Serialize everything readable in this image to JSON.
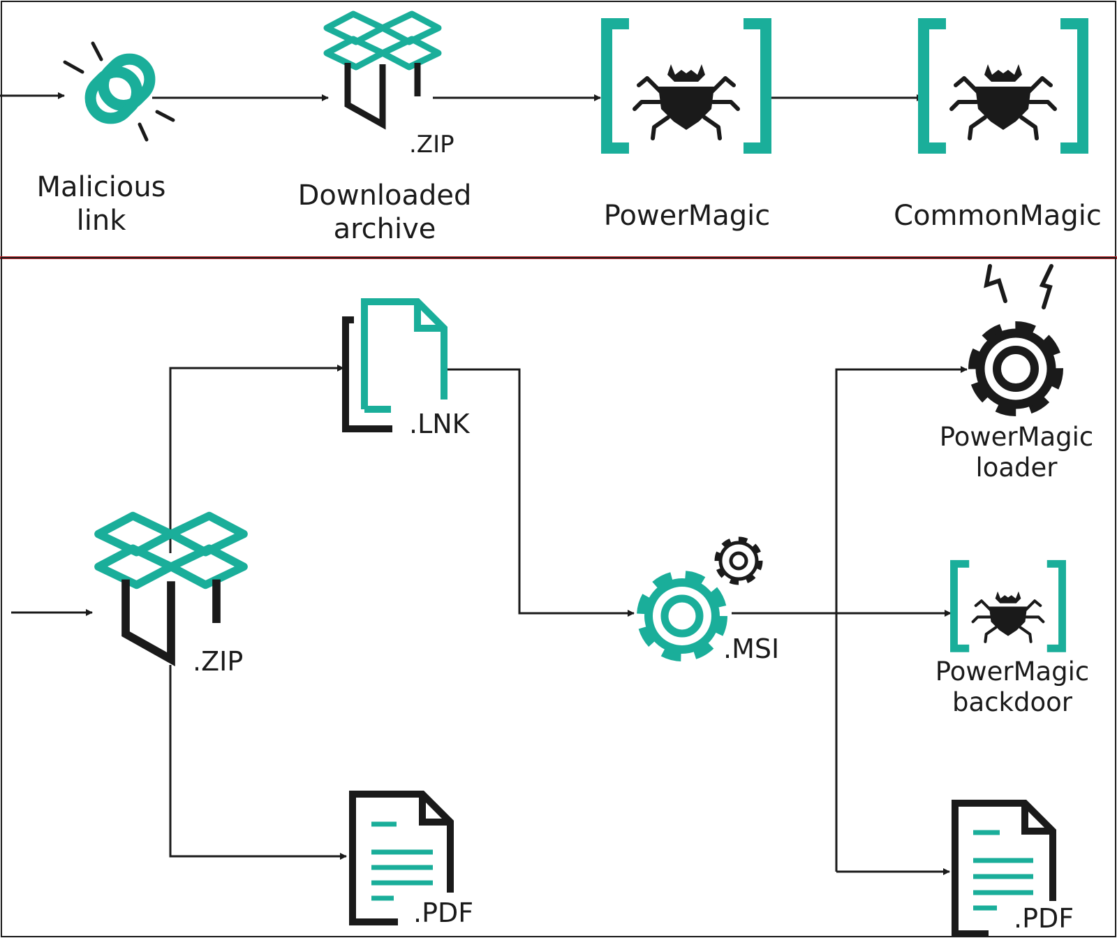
{
  "colors": {
    "teal": "#1aae9a",
    "ink": "#1a1a1a",
    "divider": "#c0272d"
  },
  "icons": [
    "link-icon",
    "archive-box-icon",
    "bug-icon",
    "document-icon",
    "gear-icon"
  ],
  "top_chain": {
    "malicious_link_line1": "Malicious",
    "malicious_link_line2": "link",
    "zip_ext": ".ZIP",
    "archive_line1": "Downloaded",
    "archive_line2": "archive",
    "powermagic": "PowerMagic",
    "commonmagic": "CommonMagic"
  },
  "detail_chain": {
    "zip_ext": ".ZIP",
    "lnk_ext": ".LNK",
    "pdf_ext_left": ".PDF",
    "msi_ext": ".MSI",
    "loader_line1": "PowerMagic",
    "loader_line2": "loader",
    "backdoor_line1": "PowerMagic",
    "backdoor_line2": "backdoor",
    "pdf_ext_right": ".PDF"
  }
}
